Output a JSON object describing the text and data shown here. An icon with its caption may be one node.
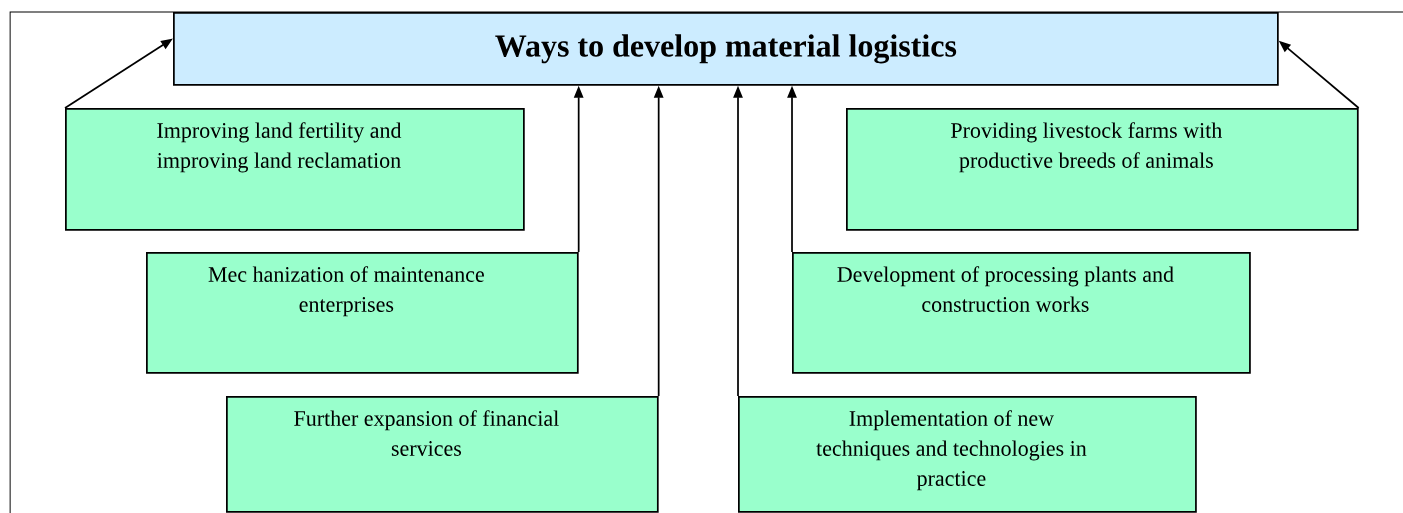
{
  "diagram": {
    "nodes": [
      {
        "text": [
          "Ways to develop material logistics"
        ]
      },
      {
        "text": [
          "Improving land fertility and improving land reclamation"
        ]
      },
      {
        "text": [
          "Providing livestock farms with productive breeds of animals"
        ]
      },
      {
        "text": [
          "Mec hanization of maintenance enterprises"
        ]
      },
      {
        "text": [
          "Development of processing plants and construction works"
        ]
      },
      {
        "text": [
          "Further expansion of financial services"
        ]
      },
      {
        "text": [
          "Implementation of new techniques and technologies in practice"
        ]
      }
    ],
    "edges": [
      {
        "from": 1,
        "to": 0,
        "arrow": "to"
      },
      {
        "from": 2,
        "to": 0,
        "arrow": "to"
      },
      {
        "from": 3,
        "to": 0,
        "arrow": "to"
      },
      {
        "from": 4,
        "to": 0,
        "arrow": "to"
      },
      {
        "from": 5,
        "to": 0,
        "arrow": "to"
      },
      {
        "from": 6,
        "to": 0,
        "arrow": "to"
      }
    ]
  }
}
